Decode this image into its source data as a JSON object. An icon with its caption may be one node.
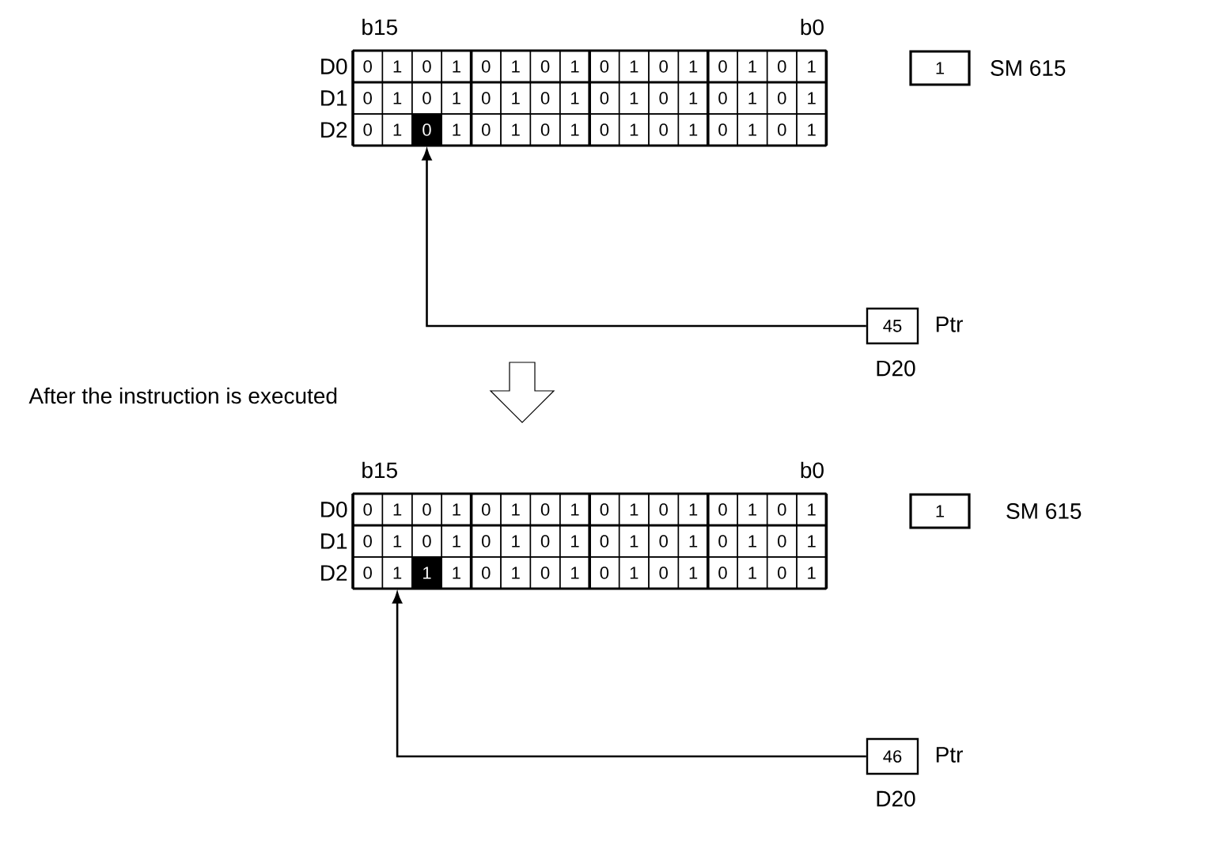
{
  "diagram": {
    "nodes": [
      {
        "text": [
          "0"
        ]
      },
      {
        "text": [
          "1"
        ]
      },
      {
        "text": [
          "0"
        ]
      },
      {
        "text": [
          "1"
        ]
      },
      {
        "text": [
          "0"
        ]
      },
      {
        "text": [
          "1"
        ]
      },
      {
        "text": [
          "0"
        ]
      },
      {
        "text": [
          "1"
        ]
      },
      {
        "text": [
          "0"
        ]
      },
      {
        "text": [
          "1"
        ]
      },
      {
        "text": [
          "0"
        ]
      },
      {
        "text": [
          "1"
        ]
      },
      {
        "text": [
          "0"
        ]
      },
      {
        "text": [
          "1"
        ]
      },
      {
        "text": [
          "0"
        ]
      },
      {
        "text": [
          "1"
        ]
      },
      {
        "text": [
          "0"
        ]
      },
      {
        "text": [
          "1"
        ]
      },
      {
        "text": [
          "0"
        ]
      },
      {
        "text": [
          "1"
        ]
      },
      {
        "text": [
          "0"
        ]
      },
      {
        "text": [
          "1"
        ]
      },
      {
        "text": [
          "0"
        ]
      },
      {
        "text": [
          "1"
        ]
      },
      {
        "text": [
          "0"
        ]
      },
      {
        "text": [
          "1"
        ]
      },
      {
        "text": [
          "0"
        ]
      },
      {
        "text": [
          "1"
        ]
      },
      {
        "text": [
          "0"
        ]
      },
      {
        "text": [
          "1"
        ]
      },
      {
        "text": [
          "0"
        ]
      },
      {
        "text": [
          "1"
        ]
      },
      {
        "text": [
          "0"
        ]
      },
      {
        "text": [
          "1"
        ]
      },
      {
        "text": [
          "0"
        ]
      },
      {
        "text": [
          "1"
        ]
      },
      {
        "text": [
          "0"
        ]
      },
      {
        "text": [
          "1"
        ]
      },
      {
        "text": [
          "0"
        ]
      },
      {
        "text": [
          "1"
        ]
      },
      {
        "text": [
          "0"
        ]
      },
      {
        "text": [
          "1"
        ]
      },
      {
        "text": [
          "0"
        ]
      },
      {
        "text": [
          "1"
        ]
      },
      {
        "text": [
          "0"
        ]
      },
      {
        "text": [
          "1"
        ]
      },
      {
        "text": [
          "0"
        ]
      },
      {
        "text": [
          "1"
        ]
      },
      {
        "text": [
          "1"
        ],
        "beside": [
          "SM 615"
        ]
      },
      {
        "text": [
          "45"
        ],
        "beside": [
          "Ptr",
          "D20"
        ]
      },
      {
        "text": [
          "0"
        ]
      },
      {
        "text": [
          "1"
        ]
      },
      {
        "text": [
          "0"
        ]
      },
      {
        "text": [
          "1"
        ]
      },
      {
        "text": [
          "0"
        ]
      },
      {
        "text": [
          "1"
        ]
      },
      {
        "text": [
          "0"
        ]
      },
      {
        "text": [
          "1"
        ]
      },
      {
        "text": [
          "0"
        ]
      },
      {
        "text": [
          "1"
        ]
      },
      {
        "text": [
          "0"
        ]
      },
      {
        "text": [
          "1"
        ]
      },
      {
        "text": [
          "0"
        ]
      },
      {
        "text": [
          "1"
        ]
      },
      {
        "text": [
          "0"
        ]
      },
      {
        "text": [
          "1"
        ]
      },
      {
        "text": [
          "0"
        ]
      },
      {
        "text": [
          "1"
        ]
      },
      {
        "text": [
          "0"
        ]
      },
      {
        "text": [
          "1"
        ]
      },
      {
        "text": [
          "0"
        ]
      },
      {
        "text": [
          "1"
        ]
      },
      {
        "text": [
          "0"
        ]
      },
      {
        "text": [
          "1"
        ]
      },
      {
        "text": [
          "0"
        ]
      },
      {
        "text": [
          "1"
        ]
      },
      {
        "text": [
          "0"
        ]
      },
      {
        "text": [
          "1"
        ]
      },
      {
        "text": [
          "0"
        ]
      },
      {
        "text": [
          "1"
        ]
      },
      {
        "text": [
          "0"
        ]
      },
      {
        "text": [
          "1"
        ]
      },
      {
        "text": [
          "0"
        ]
      },
      {
        "text": [
          "1"
        ]
      },
      {
        "text": [
          "1"
        ]
      },
      {
        "text": [
          "1"
        ]
      },
      {
        "text": [
          "0"
        ]
      },
      {
        "text": [
          "1"
        ]
      },
      {
        "text": [
          "0"
        ]
      },
      {
        "text": [
          "1"
        ]
      },
      {
        "text": [
          "0"
        ]
      },
      {
        "text": [
          "1"
        ]
      },
      {
        "text": [
          "0"
        ]
      },
      {
        "text": [
          "1"
        ]
      },
      {
        "text": [
          "0"
        ]
      },
      {
        "text": [
          "1"
        ]
      },
      {
        "text": [
          "0"
        ]
      },
      {
        "text": [
          "1"
        ]
      },
      {
        "text": [
          "1"
        ],
        "beside": [
          "SM 615"
        ]
      },
      {
        "text": [
          "46"
        ],
        "beside": [
          "Ptr",
          "D20"
        ]
      }
    ],
    "edges": [
      {
        "from": 49,
        "to": 34,
        "arrow": "to"
      },
      {
        "from": 99,
        "to": 83,
        "arrow": "to"
      }
    ],
    "labels": [
      "b15",
      "b0",
      "D0",
      "D1",
      "D2",
      "After the instruction is executed",
      "b15",
      "b0",
      "D0",
      "D1",
      "D2"
    ]
  }
}
